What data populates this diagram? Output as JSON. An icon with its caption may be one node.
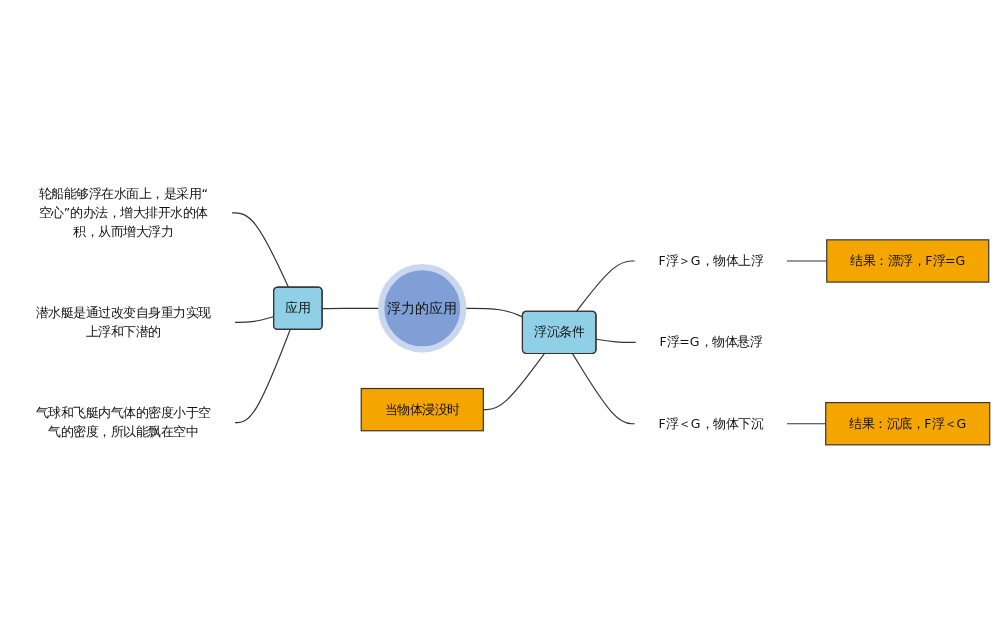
{
  "diagram": {
    "nodes": [
      {
        "text": [
          "浮力的应用"
        ]
      },
      {
        "text": [
          "应用"
        ]
      },
      {
        "text": [
          "轮船能够浮在水面上，是采用“空心”的办法，增大排开水的体积，从而增大浮力"
        ]
      },
      {
        "text": [
          "潜水艇是通过改变自身重力实现上浮和下潜的"
        ]
      },
      {
        "text": [
          "气球和飞艇内气体的密度小于空气的密度，所以能飘在空中"
        ]
      },
      {
        "text": [
          "浮沉条件"
        ]
      },
      {
        "text": [
          "当物体浸没时"
        ]
      },
      {
        "text": [
          "结果：漂浮，F浮=G"
        ]
      },
      {
        "text": [
          "F浮＞G，物体上浮"
        ]
      },
      {
        "text": [
          "F浮=G，物体悬浮"
        ]
      },
      {
        "text": [
          "F浮＜G，物体下沉"
        ]
      },
      {
        "text": [
          "结果：沉底，F浮＜G"
        ]
      }
    ],
    "edges": [
      {
        "from": 2,
        "to": 1,
        "arrow": "none"
      },
      {
        "from": 3,
        "to": 1,
        "arrow": "none"
      },
      {
        "from": 4,
        "to": 1,
        "arrow": "none"
      },
      {
        "from": 1,
        "to": 0,
        "arrow": "none"
      },
      {
        "from": 0,
        "to": 5,
        "arrow": "none"
      },
      {
        "from": 6,
        "to": 5,
        "arrow": "none"
      },
      {
        "from": 5,
        "to": 8,
        "arrow": "none"
      },
      {
        "from": 5,
        "to": 9,
        "arrow": "none"
      },
      {
        "from": 5,
        "to": 10,
        "arrow": "none"
      },
      {
        "from": 8,
        "to": 7,
        "arrow": "none"
      },
      {
        "from": 10,
        "to": 11,
        "arrow": "none"
      }
    ]
  }
}
